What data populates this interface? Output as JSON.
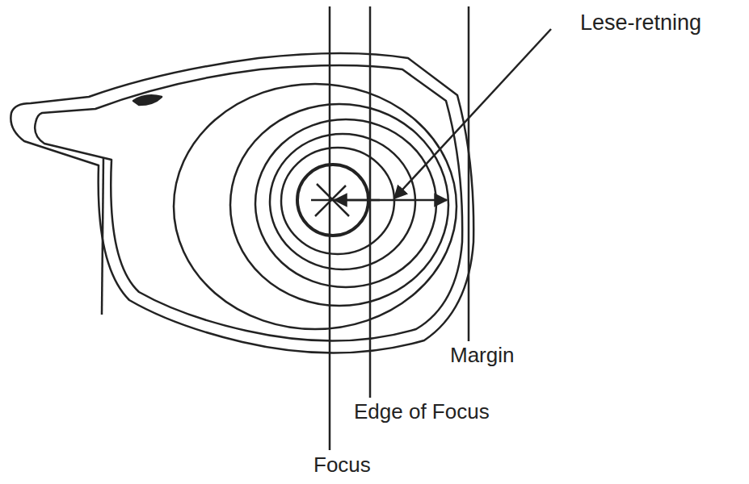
{
  "diagram": {
    "labels": [
      "Lese-retning",
      "Margin",
      "Edge of Focus",
      "Focus"
    ]
  }
}
